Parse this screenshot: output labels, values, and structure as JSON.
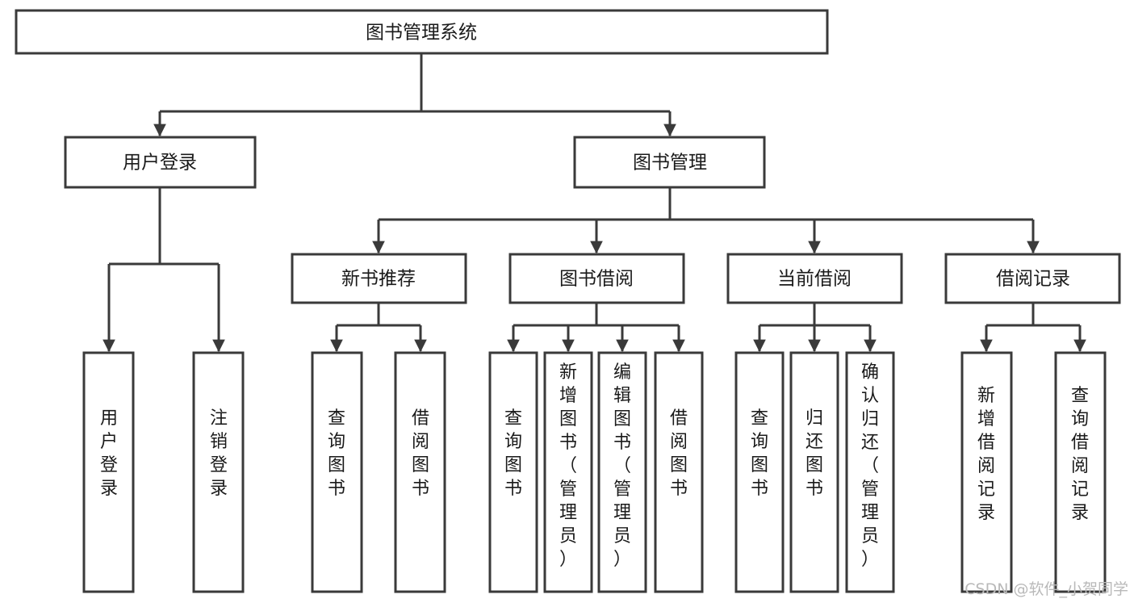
{
  "chart_data": {
    "type": "diagram",
    "diagram_kind": "tree-hierarchy",
    "title": "图书管理系统",
    "orientation": "top-down",
    "levels": 3,
    "edge_style": "orthogonal-elbow-with-arrowheads",
    "colors": {
      "box_stroke": "#3a3a3a",
      "box_fill": "#ffffff",
      "connector": "#3a3a3a",
      "text": "#1a1a1a",
      "background": "#ffffff",
      "watermark": "#b9b9b9"
    },
    "nodes": [
      {
        "id": "root",
        "label": "图书管理系统",
        "level": 0,
        "orient": "horizontal"
      },
      {
        "id": "n1",
        "label": "用户登录",
        "level": 1,
        "orient": "horizontal",
        "parent": "root"
      },
      {
        "id": "n2",
        "label": "图书管理",
        "level": 1,
        "orient": "horizontal",
        "parent": "root"
      },
      {
        "id": "n1a",
        "label": "用户登录",
        "level": 2,
        "orient": "vertical",
        "parent": "n1"
      },
      {
        "id": "n1b",
        "label": "注销登录",
        "level": 2,
        "orient": "vertical",
        "parent": "n1"
      },
      {
        "id": "n2a",
        "label": "新书推荐",
        "level": 2,
        "orient": "horizontal",
        "parent": "n2"
      },
      {
        "id": "n2b",
        "label": "图书借阅",
        "level": 2,
        "orient": "horizontal",
        "parent": "n2"
      },
      {
        "id": "n2c",
        "label": "当前借阅",
        "level": 2,
        "orient": "horizontal",
        "parent": "n2"
      },
      {
        "id": "n2d",
        "label": "借阅记录",
        "level": 2,
        "orient": "horizontal",
        "parent": "n2"
      },
      {
        "id": "n2a1",
        "label": "查询图书",
        "level": 3,
        "orient": "vertical",
        "parent": "n2a"
      },
      {
        "id": "n2a2",
        "label": "借阅图书",
        "level": 3,
        "orient": "vertical",
        "parent": "n2a"
      },
      {
        "id": "n2b1",
        "label": "查询图书",
        "level": 3,
        "orient": "vertical",
        "parent": "n2b"
      },
      {
        "id": "n2b2",
        "label": "新增图书（管理员）",
        "level": 3,
        "orient": "vertical",
        "parent": "n2b"
      },
      {
        "id": "n2b3",
        "label": "编辑图书（管理员）",
        "level": 3,
        "orient": "vertical",
        "parent": "n2b"
      },
      {
        "id": "n2b4",
        "label": "借阅图书",
        "level": 3,
        "orient": "vertical",
        "parent": "n2b"
      },
      {
        "id": "n2c1",
        "label": "查询图书",
        "level": 3,
        "orient": "vertical",
        "parent": "n2c"
      },
      {
        "id": "n2c2",
        "label": "归还图书",
        "level": 3,
        "orient": "vertical",
        "parent": "n2c"
      },
      {
        "id": "n2c3",
        "label": "确认归还（管理员）",
        "level": 3,
        "orient": "vertical",
        "parent": "n2c"
      },
      {
        "id": "n2d1",
        "label": "新增借阅记录",
        "level": 3,
        "orient": "vertical",
        "parent": "n2d"
      },
      {
        "id": "n2d2",
        "label": "查询借阅记录",
        "level": 3,
        "orient": "vertical",
        "parent": "n2d"
      }
    ]
  },
  "diagram": {
    "root": {
      "label": "图书管理系统"
    },
    "level1": [
      {
        "label": "用户登录"
      },
      {
        "label": "图书管理"
      }
    ],
    "level2": [
      {
        "label": "新书推荐"
      },
      {
        "label": "图书借阅"
      },
      {
        "label": "当前借阅"
      },
      {
        "label": "借阅记录"
      }
    ],
    "leaves": {
      "user_login": [
        {
          "label": "用户登录",
          "chars": [
            "用",
            "户",
            "登",
            "录"
          ]
        },
        {
          "label": "注销登录",
          "chars": [
            "注",
            "销",
            "登",
            "录"
          ]
        }
      ],
      "new_book": [
        {
          "label": "查询图书",
          "chars": [
            "查",
            "询",
            "图",
            "书"
          ]
        },
        {
          "label": "借阅图书",
          "chars": [
            "借",
            "阅",
            "图",
            "书"
          ]
        }
      ],
      "borrow": [
        {
          "label": "查询图书",
          "chars": [
            "查",
            "询",
            "图",
            "书"
          ]
        },
        {
          "label": "新增图书（管理员）",
          "chars": [
            "新",
            "增",
            "图",
            "书",
            "（",
            "管",
            "理",
            "员",
            "）"
          ]
        },
        {
          "label": "编辑图书（管理员）",
          "chars": [
            "编",
            "辑",
            "图",
            "书",
            "（",
            "管",
            "理",
            "员",
            "）"
          ]
        },
        {
          "label": "借阅图书",
          "chars": [
            "借",
            "阅",
            "图",
            "书"
          ]
        }
      ],
      "current": [
        {
          "label": "查询图书",
          "chars": [
            "查",
            "询",
            "图",
            "书"
          ]
        },
        {
          "label": "归还图书",
          "chars": [
            "归",
            "还",
            "图",
            "书"
          ]
        },
        {
          "label": "确认归还（管理员）",
          "chars": [
            "确",
            "认",
            "归",
            "还",
            "（",
            "管",
            "理",
            "员",
            "）"
          ]
        }
      ],
      "records": [
        {
          "label": "新增借阅记录",
          "chars": [
            "新",
            "增",
            "借",
            "阅",
            "记",
            "录"
          ]
        },
        {
          "label": "查询借阅记录",
          "chars": [
            "查",
            "询",
            "借",
            "阅",
            "记",
            "录"
          ]
        }
      ]
    }
  },
  "watermark": {
    "text": "CSDN @软件_小贺同学"
  }
}
